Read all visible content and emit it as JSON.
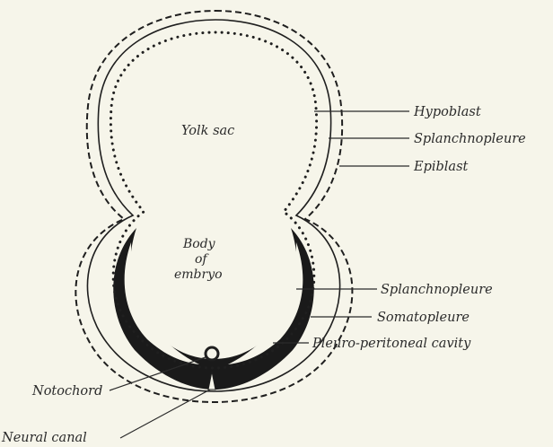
{
  "labels": {
    "yolk_sac": "Yolk sac",
    "body_line1": "Body",
    "body_line2": "of",
    "body_line3": "embryo",
    "hypoblast": "Hypoblast",
    "splanchnopleure_upper": "Splanchnopleure",
    "epiblast": "Epiblast",
    "splanchnopleure_lower": "Splanchnopleure",
    "somatopleure": "Somatopleure",
    "pleuro_peritoneal_cavity": "Pleuro-peritoneal cavity",
    "notochord": "Notochord",
    "neural_canal": "Neural canal"
  },
  "colors": {
    "background": "#f6f5ea",
    "ink": "#1f1f1f"
  }
}
